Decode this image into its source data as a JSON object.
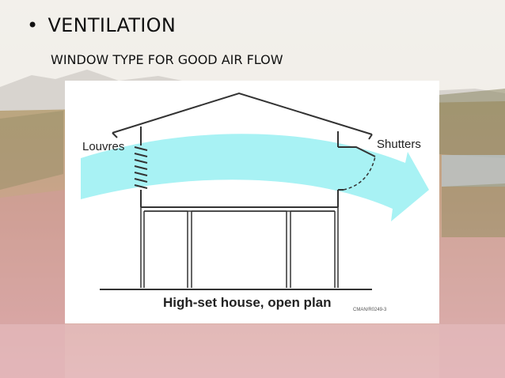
{
  "slide": {
    "bullet_symbol": "•",
    "heading": "VENTILATION",
    "subheading": "WINDOW TYPE FOR GOOD AIR FLOW"
  },
  "diagram": {
    "label_left": "Louvres",
    "label_right": "Shutters",
    "caption": "High-set house, open plan",
    "figure_code": "CMAN/R0249-3"
  },
  "colors": {
    "airflow": "#a8f2f4",
    "line": "#333333"
  }
}
